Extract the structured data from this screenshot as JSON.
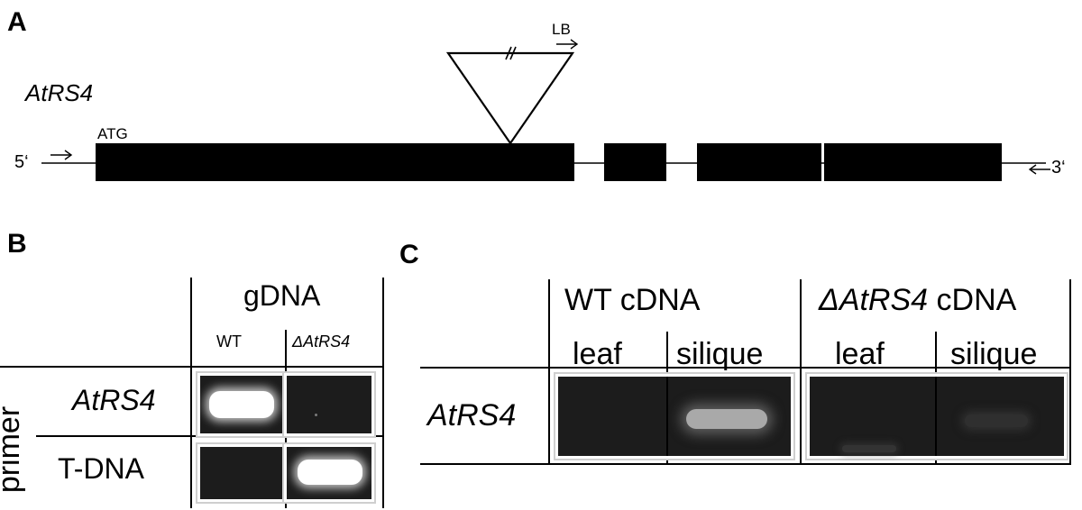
{
  "panel_a": {
    "letter": "A",
    "gene_name": "AtRS4",
    "start_codon": "ATG",
    "five_prime": "5‘",
    "three_prime": "3‘",
    "insert_label": "LB"
  },
  "panel_b": {
    "letter": "B",
    "column_group": "gDNA",
    "columns": [
      "WT",
      "ΔAtRS4"
    ],
    "row_group": "primer",
    "rows": [
      "AtRS4",
      "T-DNA"
    ],
    "band_color": "#ffffff"
  },
  "panel_c": {
    "letter": "C",
    "column_groups": [
      {
        "prefix": "",
        "italic": "",
        "suffix": "WT cDNA"
      },
      {
        "prefix": "Δ",
        "italic": "AtRS4",
        "suffix": " cDNA"
      }
    ],
    "columns": [
      "leaf",
      "silique",
      "leaf",
      "silique"
    ],
    "row": "AtRS4"
  }
}
